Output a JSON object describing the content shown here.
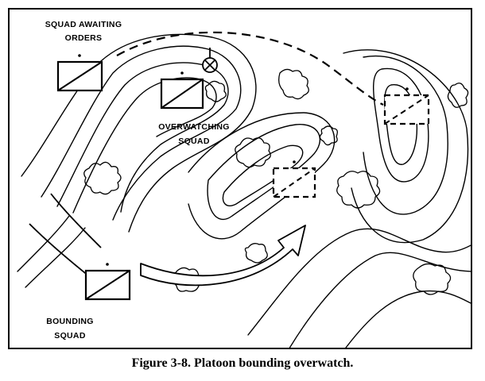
{
  "figure": {
    "caption": "Figure 3-8. Platoon bounding overwatch.",
    "labels": {
      "squad_awaiting_line1": "SQUAD AWAITING",
      "squad_awaiting_line2": "ORDERS",
      "overwatching_line1": "OVERWATCHING",
      "overwatching_line2": "SQUAD",
      "bounding_line1": "BOUNDING",
      "bounding_line2": "SQUAD"
    }
  },
  "colors": {
    "ink": "#000000",
    "paper": "#ffffff"
  }
}
